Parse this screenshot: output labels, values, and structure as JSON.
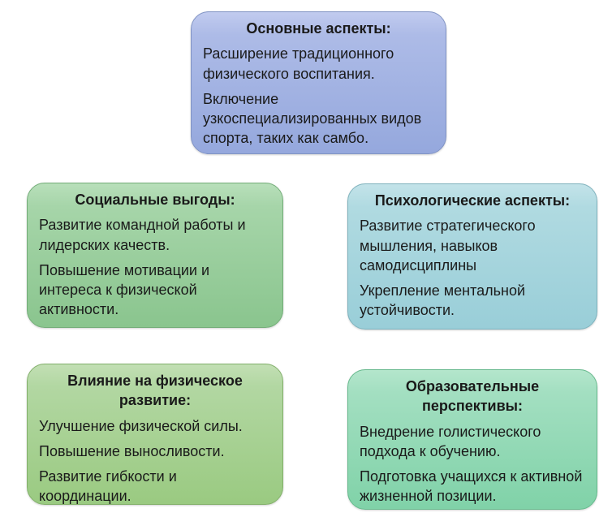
{
  "diagram": {
    "description_labels": {
      "card_count": 5
    },
    "cards": [
      {
        "id": "main-aspects",
        "title": "Основные аспекты:",
        "paragraphs": [
          "Расширение традиционного физического воспитания.",
          "Включение узкоспециализированных видов спорта, таких как самбо."
        ],
        "colors": {
          "top": "#c1cbef",
          "mid": "#adbbe7",
          "bottom": "#95a8dd",
          "border": "#8093c4"
        }
      },
      {
        "id": "social-benefits",
        "title": "Социальные выгоды:",
        "paragraphs": [
          "Развитие командной работы и лидерских качеств.",
          "Повышение мотивации и интереса к физической активности."
        ],
        "colors": {
          "top": "#b8dfba",
          "mid": "#a6d5a9",
          "bottom": "#8ac58e",
          "border": "#73ad78"
        }
      },
      {
        "id": "psychological-aspects",
        "title": "Психологические аспекты:",
        "paragraphs": [
          "Развитие стратегического мышления, навыков самодисциплины",
          "Укрепление ментальной устойчивости."
        ],
        "colors": {
          "top": "#c3e3e9",
          "mid": "#b0dae1",
          "bottom": "#99ced8",
          "border": "#7eb2bd"
        }
      },
      {
        "id": "physical-development",
        "title": "Влияние на физическое\nразвитие:",
        "paragraphs": [
          "Улучшение физической силы.",
          "Повышение выносливости.",
          "Развитие гибкости и координации."
        ],
        "colors": {
          "top": "#c2dfb4",
          "mid": "#b2d7a2",
          "bottom": "#9aca81",
          "border": "#82b06a"
        }
      },
      {
        "id": "educational-perspectives",
        "title": "Образовательные\nперспективы:",
        "paragraphs": [
          "Внедрение голистического подхода к обучению.",
          "Подготовка учащихся к активной жизненной позиции."
        ],
        "colors": {
          "top": "#b4e6cc",
          "mid": "#a3dfc1",
          "bottom": "#80d2a8",
          "border": "#65b98c"
        }
      }
    ]
  }
}
